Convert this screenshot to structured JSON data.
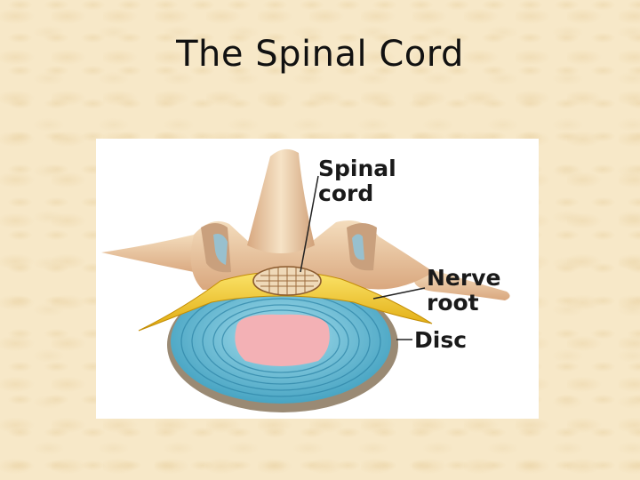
{
  "slide": {
    "title": "The Spinal Cord"
  },
  "diagram": {
    "labels": {
      "spinal_cord_line1": "Spinal",
      "spinal_cord_line2": "cord",
      "nerve_root_line1": "Nerve",
      "nerve_root_line2": "root",
      "disc": "Disc"
    },
    "colors": {
      "bone": "#e9c9a3",
      "nerve": "#f2cc1f",
      "disc_rings": "#5fb8d3",
      "nucleus": "#f3b1b5",
      "cord": "#efd9b8"
    }
  }
}
